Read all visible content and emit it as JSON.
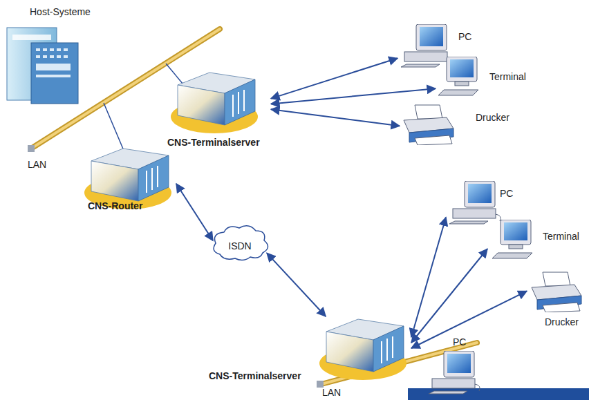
{
  "diagram": {
    "nodes": [
      {
        "text": [
          "Host-Systeme"
        ]
      },
      {
        "text": [
          "CNS-Terminalserver"
        ]
      },
      {
        "text": [
          "PC"
        ]
      },
      {
        "text": [
          "Terminal"
        ]
      },
      {
        "text": [
          "Drucker"
        ]
      },
      {
        "text": [
          "CNS-Router"
        ]
      },
      {
        "text": [
          "ISDN"
        ]
      },
      {
        "text": [
          "PC"
        ]
      },
      {
        "text": [
          "Terminal"
        ]
      },
      {
        "text": [
          "Drucker"
        ]
      },
      {
        "text": [
          "CNS-Terminalserver"
        ]
      },
      {
        "text": [
          "PC"
        ]
      }
    ],
    "edges": [
      {
        "from": 1,
        "to": 2,
        "arrow": "both"
      },
      {
        "from": 1,
        "to": 3,
        "arrow": "both"
      },
      {
        "from": 1,
        "to": 4,
        "arrow": "both"
      },
      {
        "from": 5,
        "to": 6,
        "arrow": "both"
      },
      {
        "from": 6,
        "to": 10,
        "arrow": "both"
      },
      {
        "from": 10,
        "to": 7,
        "arrow": "both"
      },
      {
        "from": 10,
        "to": 8,
        "arrow": "both"
      },
      {
        "from": 10,
        "to": 9,
        "arrow": "both"
      }
    ],
    "labels": [
      "LAN",
      "LAN"
    ]
  }
}
